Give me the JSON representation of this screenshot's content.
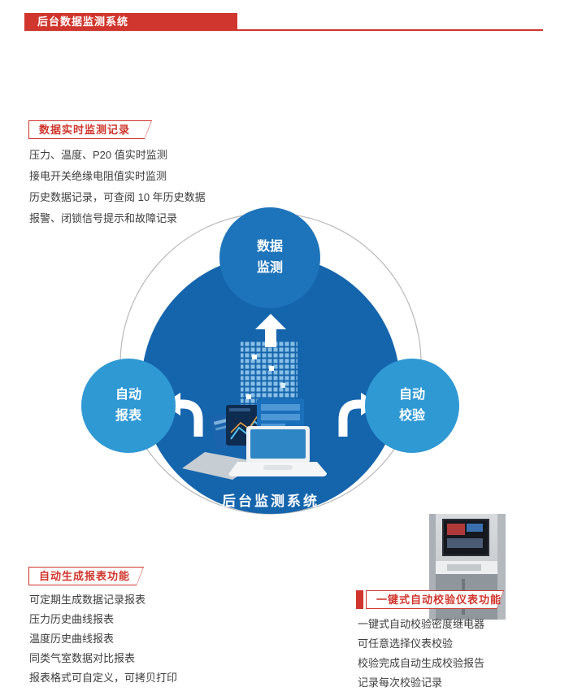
{
  "colors": {
    "red": "#d0362d",
    "blue_dark": "#1565ad",
    "blue_mid": "#1d74ba",
    "blue_light": "#2f99d4"
  },
  "header": {
    "title": "后台数据监测系统"
  },
  "sections": {
    "monitor": {
      "label": "数据实时监测记录",
      "lines": [
        "压力、温度、P20 值实时监测",
        "接电开关绝缘电阻值实时监测",
        "历史数据记录，可查阅 10 年历史数据",
        "报警、闭锁信号提示和故障记录"
      ]
    },
    "report": {
      "label": "自动生成报表功能",
      "lines": [
        "可定期生成数据记录报表",
        "压力历史曲线报表",
        "温度历史曲线报表",
        "同类气室数据对比报表",
        "报表格式可自定义，可拷贝打印"
      ]
    },
    "calibration": {
      "label": "一键式自动校验仪表功能",
      "lines": [
        "一键式自动校验密度继电器",
        "可任意选择仪表校验",
        "校验完成自动生成校验报告",
        "记录每次校验记录"
      ]
    }
  },
  "diagram": {
    "center_label": "后台监测系统",
    "top_node": {
      "line1": "数据",
      "line2": "监测"
    },
    "left_node": {
      "line1": "自动",
      "line2": "报表"
    },
    "right_node": {
      "line1": "自动",
      "line2": "校验"
    }
  }
}
